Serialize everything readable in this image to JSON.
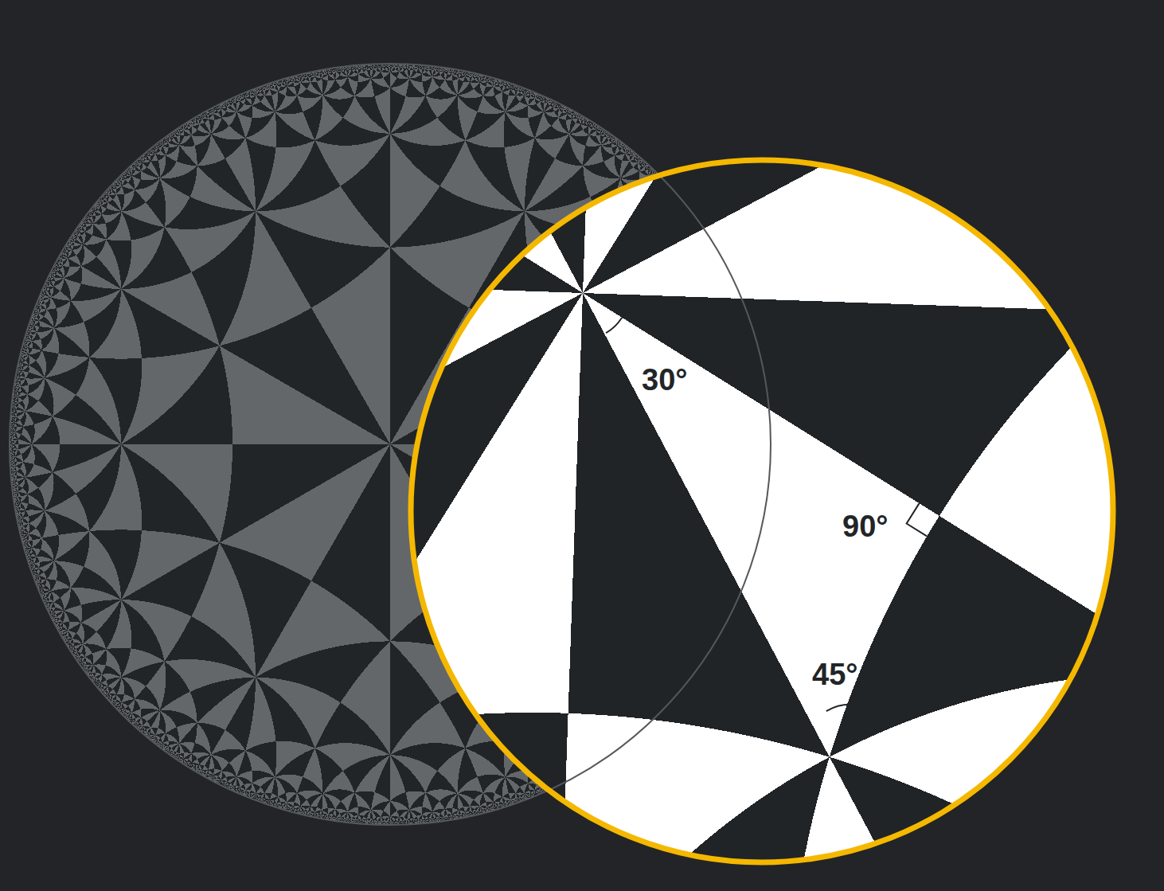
{
  "diagram": {
    "labels": [
      "30°",
      "90°",
      "45°"
    ]
  }
}
